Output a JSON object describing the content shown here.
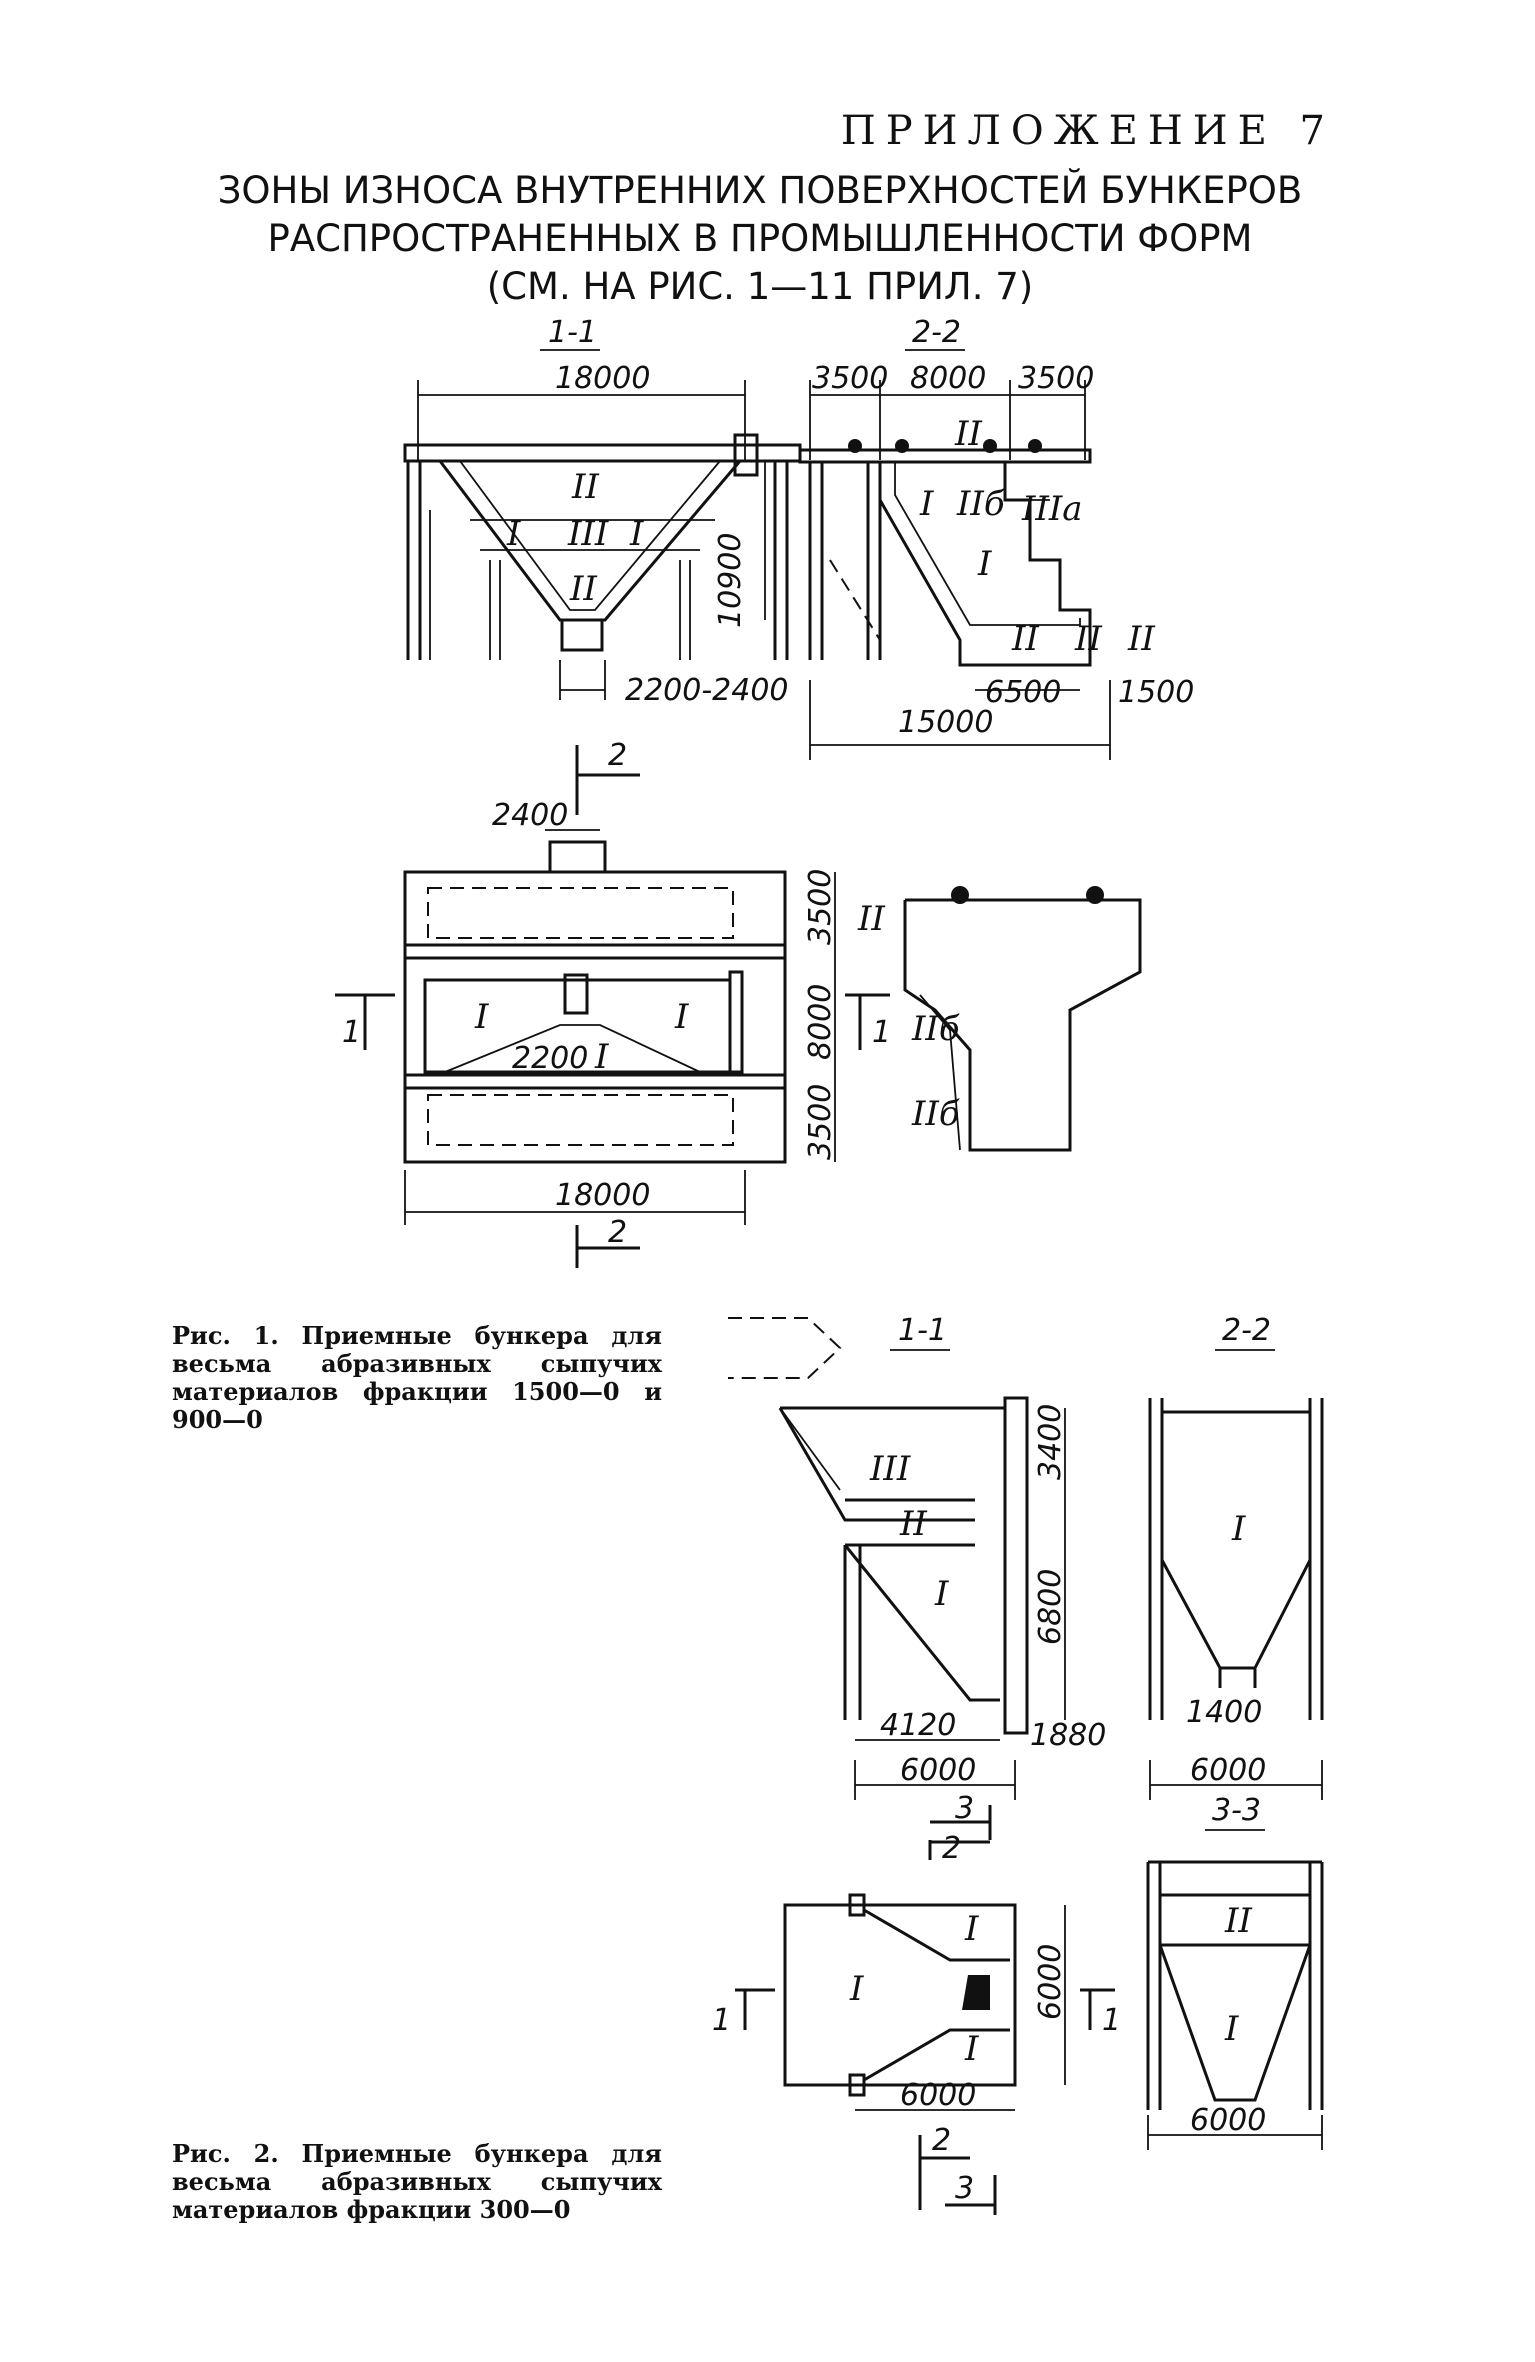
{
  "header": {
    "appendix": "ПРИЛОЖЕНИЕ 7",
    "title_line1": "ЗОНЫ ИЗНОСА ВНУТРЕННИХ ПОВЕРХНОСТЕЙ БУНКЕРОВ",
    "title_line2": "РАСПРОСТРАНЕННЫХ В ПРОМЫШЛЕННОСТИ ФОРМ",
    "title_line3": "(СМ. НА РИС. 1—11 ПРИЛ. 7)"
  },
  "figure1": {
    "section_1_1": "1-1",
    "section_2_2": "2-2",
    "dims": {
      "width_18000": "18000",
      "d3500a": "3500",
      "d8000": "8000",
      "d3500b": "3500",
      "height_10900": "10900",
      "outlet_2200_2400": "2200-2400",
      "d6500": "6500",
      "d1500": "1500",
      "d15000": "15000",
      "d2400": "2400",
      "plan_3500a": "3500",
      "plan_8000": "8000",
      "plan_3500b": "3500",
      "plan_2200": "2200",
      "plan_18000": "18000"
    },
    "zones": {
      "II": "II",
      "I": "I",
      "III": "III",
      "IIb": "IIб",
      "IIIa": "IIIа"
    },
    "cut_marks": {
      "one": "1",
      "two": "2"
    },
    "caption": "Рис. 1. Приемные бункера для весьма абразивных сыпучих материалов фракции 1500—0 и 900—0"
  },
  "figure2": {
    "section_1_1": "1-1",
    "section_2_2": "2-2",
    "section_3_3": "3-3",
    "dims": {
      "d3400": "3400",
      "d6800": "6800",
      "d4120": "4120",
      "d1880": "1880",
      "d6000a": "6000",
      "d1400": "1400",
      "d6000b": "6000",
      "d6000c": "6000",
      "d6000d": "6000",
      "d6000e": "6000"
    },
    "cut_marks": {
      "one": "1",
      "two": "2",
      "three": "3"
    },
    "caption": "Рис. 2. Приемные бункера для весьма абразивных сыпучих материалов фракции 300—0"
  }
}
